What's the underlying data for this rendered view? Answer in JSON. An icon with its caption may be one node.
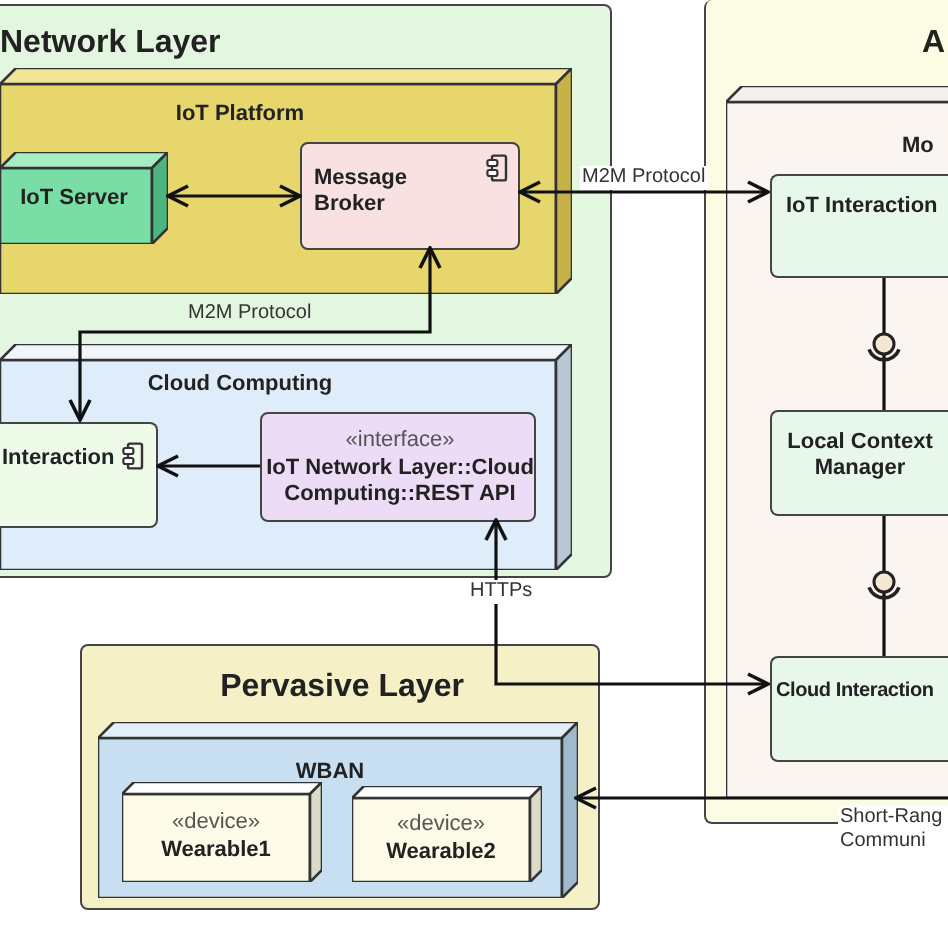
{
  "diagram": {
    "nodes": [
      {
        "text": [
          "Network Layer"
        ]
      },
      {
        "text": [
          "IoT Platform"
        ],
        "in": 0
      },
      {
        "text": [
          "IoT Server"
        ],
        "in": 1
      },
      {
        "text": [
          "Message Broker"
        ],
        "in": 1
      },
      {
        "text": [
          "Cloud Computing"
        ],
        "in": 0
      },
      {
        "text": [
          "Interaction"
        ],
        "in": 4
      },
      {
        "text": [
          "«interface»",
          "IoT Network Layer::Cloud Computing::REST API"
        ],
        "in": 4
      },
      {
        "text": [
          "A"
        ]
      },
      {
        "text": [
          "Mo"
        ],
        "in": 7
      },
      {
        "text": [
          "IoT Interaction"
        ],
        "in": 8
      },
      {
        "text": [
          "Local Context Manager"
        ],
        "in": 8
      },
      {
        "text": [
          "Cloud Interaction"
        ],
        "in": 8
      },
      {
        "text": [
          "Pervasive Layer"
        ]
      },
      {
        "text": [
          "WBAN"
        ],
        "in": 12
      },
      {
        "text": [
          "«device»",
          "Wearable1"
        ],
        "in": 13
      },
      {
        "text": [
          "«device»",
          "Wearable2"
        ],
        "in": 13
      }
    ],
    "edges": [
      {
        "from": 2,
        "to": 3,
        "arrow": "both"
      },
      {
        "from": 9,
        "to": 3,
        "arrow": "both",
        "label": "M2M Protocol"
      },
      {
        "from": 3,
        "to": 5,
        "arrow": "both",
        "label": "M2M Protocol"
      },
      {
        "from": 6,
        "to": 5,
        "arrow": "to"
      },
      {
        "from": 11,
        "to": 6,
        "arrow": "both",
        "label": "HTTPs"
      },
      {
        "from": 9,
        "to": 10,
        "arrow": "none"
      },
      {
        "from": 10,
        "to": 11,
        "arrow": "none"
      },
      {
        "from": 8,
        "to": 13,
        "arrow": "to",
        "label": "Short-Rang Communi"
      }
    ]
  }
}
